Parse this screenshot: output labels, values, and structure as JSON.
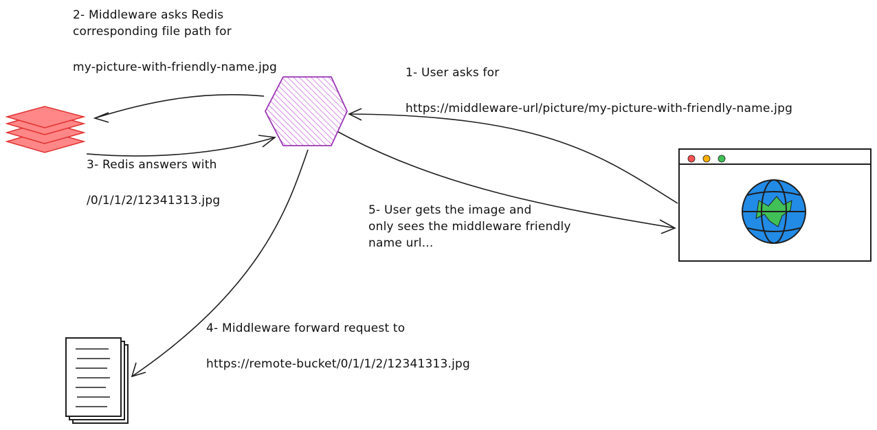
{
  "colors": {
    "ink": "#1e1e1e",
    "redis_fill": "#ff8787",
    "redis_stroke": "#e03131",
    "middleware_fill": "#be4bdb",
    "middleware_stroke": "#9c36b5",
    "globe_ocean": "#228be6",
    "globe_land": "#40c057",
    "dot_red": "#fa5252",
    "dot_yellow": "#fab005",
    "dot_green": "#40c057"
  },
  "icons": {
    "redis": "layers-stack-icon",
    "middleware": "hexagon-icon",
    "browser": "browser-window-icon",
    "globe": "globe-icon",
    "bucket": "document-stack-icon"
  },
  "steps": {
    "step1": {
      "title": "1- User asks for",
      "url": "https://middleware-url/picture/my-picture-with-friendly-name.jpg"
    },
    "step2": {
      "line1": "2- Middleware asks Redis",
      "line2": "corresponding file path for",
      "filename": "my-picture-with-friendly-name.jpg"
    },
    "step3": {
      "title": "3- Redis answers with",
      "path": "/0/1/1/2/12341313.jpg"
    },
    "step4": {
      "title": "4- Middleware forward request to",
      "url": "https://remote-bucket/0/1/1/2/12341313.jpg"
    },
    "step5": {
      "line1": "5- User gets the image and",
      "line2": "only sees the middleware friendly",
      "line3": "name url..."
    }
  }
}
